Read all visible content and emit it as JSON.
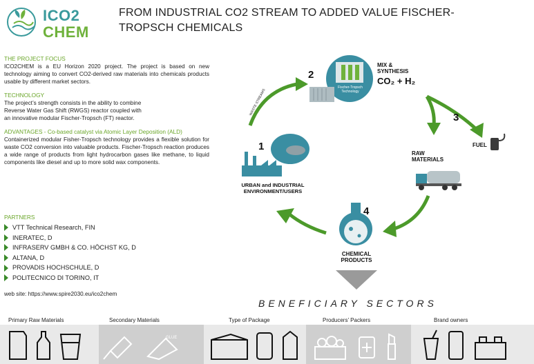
{
  "logo": {
    "line1": "ICO2",
    "line2": "CHEM"
  },
  "title": "FROM INDUSTRIAL CO2 STREAM TO ADDED VALUE FISCHER-TROPSCH CHEMICALS",
  "sections": {
    "focus_heading": "THE PROJECT FOCUS",
    "focus_text": "ICO2CHEM is a EU Horizon 2020 project. The project is based on new technology aiming to convert CO2-derived raw materials into chemicals products usable by different market sectors.",
    "tech_heading": "TECHNOLOGY",
    "tech_text_1": "The project’s strength consists in the ability to combine",
    "tech_text_2": "Reverse Water Gas Shift (RWGS) reactor coupled with",
    "tech_text_3": "an innovative modular Fischer-Tropsch (FT) reactor.",
    "adv_heading": "ADVANTAGES - Co-based catalyst via Atomic Layer Deposition (ALD)",
    "adv_text": "Containerized modular Fisher-Tropsch technology provides a flexible solution for waste CO2 conversion into valuable products. Fischer-Tropsch reaction produces a wide range of products from light hydrocarbon gases like methane, to liquid components like diesel and up to more solid wax components."
  },
  "partners": {
    "heading": "PARTNERS",
    "items": [
      "VTT Technical Research, FIN",
      "INERATEC, D",
      "INFRASERV GMBH & CO. HÖCHST KG, D",
      "ALTANA, D",
      "PROVADIS HOCHSCHULE, D",
      "POLITECNICO DI TORINO, IT"
    ]
  },
  "website": "web site:  https://www.spire2030.eu/ico2chem",
  "diagram": {
    "step1": "1",
    "step1_label_1": "URBAN and INDUSTRIAL",
    "step1_label_2": "ENVIRONMENT/USERS",
    "waste_streams": "WASTE STREAMS",
    "step2": "2",
    "reactor_label_1": "Fischer-Tropsch",
    "reactor_label_2": "Technology",
    "mix_label_1": "MIX &",
    "mix_label_2": "SYNTHESIS",
    "formula": "CO₂ + H₂",
    "step3": "3",
    "fuel": "FUEL",
    "raw_1": "RAW",
    "raw_2": "MATERIALS",
    "step4": "4",
    "chem_1": "CHEMICAL",
    "chem_2": "PRODUCTS"
  },
  "beneficiary": "BENEFICIARY SECTORS",
  "bottom": {
    "primary": "Primary Raw Materials",
    "secondary": "Secondary Materials",
    "package": "Type of Package",
    "packers": "Producers’ Packers",
    "brand": "Brand owners",
    "glue": "GLUE"
  },
  "colors": {
    "green": "#6aa629",
    "teal": "#3a9a9c",
    "arrow_green": "#4c9a2a"
  }
}
